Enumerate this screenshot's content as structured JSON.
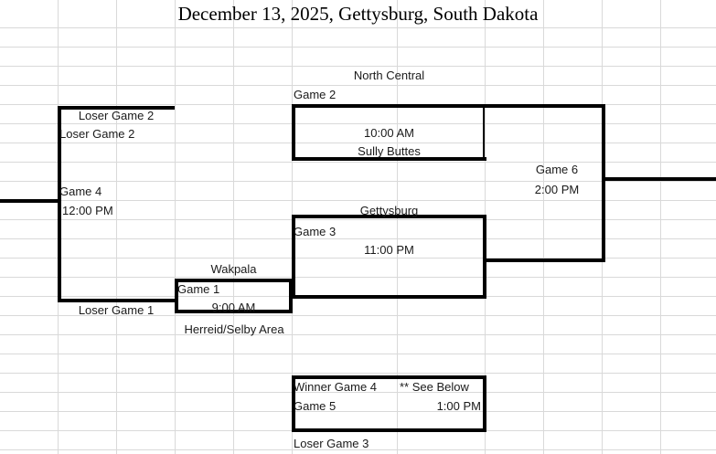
{
  "header": {
    "title": "December 13, 2025, Gettysburg, South Dakota"
  },
  "bracket": {
    "games": [
      {
        "id": "game-1",
        "game_label": "Game 1",
        "time": "9:00 AM",
        "top_team": "Wakpala",
        "bottom_team": "Herreid/Selby Area"
      },
      {
        "id": "game-2",
        "game_label": "Game 2",
        "time": "10:00 AM",
        "top_team": "North Central",
        "bottom_team": "Sully Buttes"
      },
      {
        "id": "game-3",
        "game_label": "Game 3",
        "time": "11:00 PM",
        "top_team": "Gettysburg",
        "bottom_team": ""
      },
      {
        "id": "game-4",
        "game_label": "Game 4",
        "time": "12:00 PM",
        "top_team": "Loser Game 2",
        "top_team_alt": "Loser Game 2",
        "bottom_team": "Loser Game 1"
      },
      {
        "id": "game-5",
        "game_label": "Game 5",
        "time": "1:00 PM",
        "top_team": "Winner Game 4",
        "bottom_team": "Loser Game 3",
        "note": "** See Below"
      },
      {
        "id": "game-6",
        "game_label": "Game 6",
        "time": "2:00 PM",
        "top_team": "",
        "bottom_team": ""
      }
    ]
  },
  "colors": {
    "bracket_line": "#000000",
    "gridline": "#d9d9d9",
    "text": "#1a1a1a",
    "background": "#ffffff"
  }
}
